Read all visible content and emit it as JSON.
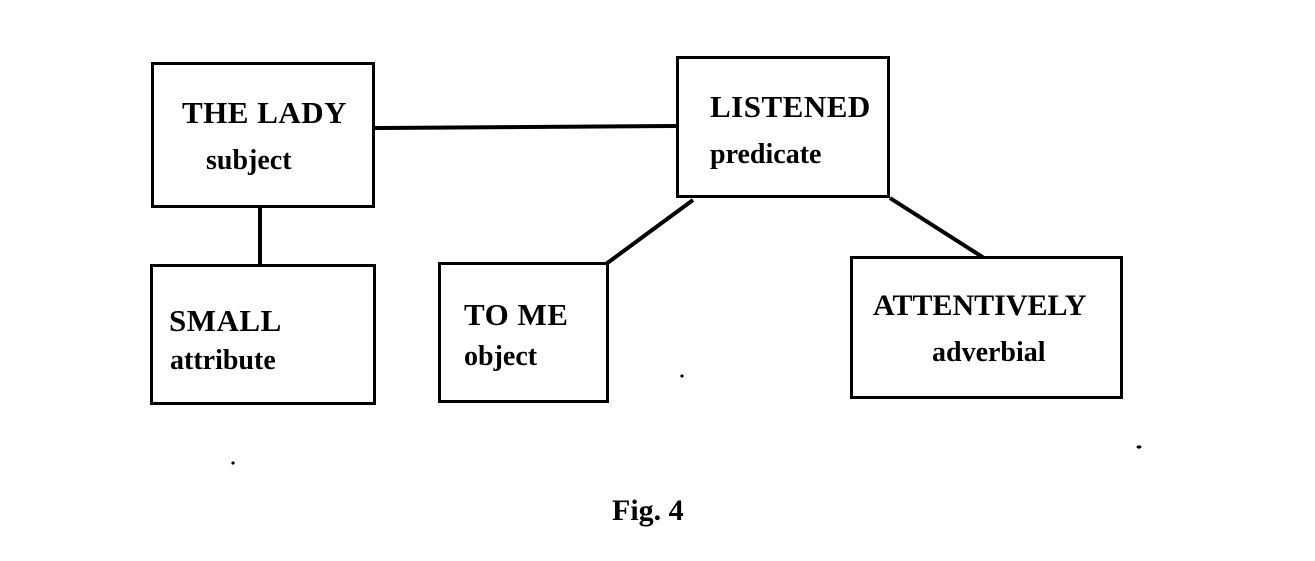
{
  "figure": {
    "caption": "Fig.  4",
    "nodes": {
      "subject": {
        "word": "THE  LADY",
        "role": "subject"
      },
      "predicate": {
        "word": "LISTENED",
        "role": "predicate"
      },
      "attribute": {
        "word": "SMALL",
        "role": "attribute"
      },
      "object": {
        "word": "TO  ME",
        "role": "object"
      },
      "adverbial": {
        "word": "ATTENTIVELY",
        "role": "adverbial"
      }
    },
    "links": [
      {
        "from": "subject",
        "to": "predicate"
      },
      {
        "from": "subject",
        "to": "attribute"
      },
      {
        "from": "predicate",
        "to": "object"
      },
      {
        "from": "predicate",
        "to": "adverbial"
      }
    ]
  }
}
